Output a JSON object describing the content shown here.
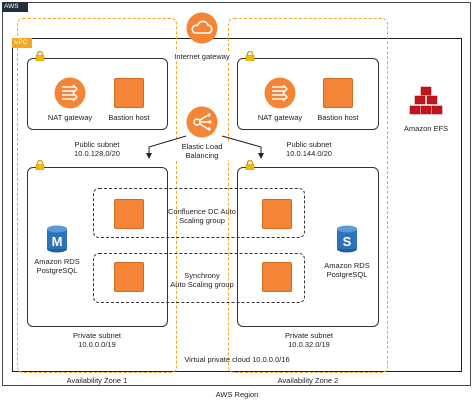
{
  "colors": {
    "aws_border": "#4a4a4a",
    "vpc_border": "#1e1e1e",
    "az_border": "#f5a623",
    "orange": "#f58536",
    "rds_blue": "#2e73b8",
    "efs_red": "#c7131f",
    "lock": "#f1b90a"
  },
  "labels": {
    "aws": "AWS",
    "vpc": "VPC",
    "internet_gateway": "Internet gateway",
    "nat_gateway_left": "NAT gateway",
    "bastion_left": "Bastion host",
    "nat_gateway_right": "NAT gateway",
    "bastion_right": "Bastion host",
    "elb_line1": "Elastic Load",
    "elb_line2": "Balancing",
    "public_subnet_left": "Public subnet",
    "public_subnet_left_cidr": "10.0.128.0/20",
    "public_subnet_right": "Public subnet",
    "public_subnet_right_cidr": "10.0.144.0/20",
    "efs": "Amazon EFS",
    "confluence_asg_line1": "Confluence DC Auto",
    "confluence_asg_line2": "Scaling group",
    "synchrony_asg_line1": "Synchrony",
    "synchrony_asg_line2": "Auto Scaling group",
    "rds_left_line1": "Amazon RDS",
    "rds_left_line2": "PostgreSQL",
    "rds_right_line1": "Amazon RDS",
    "rds_right_line2": "PostgreSQL",
    "rds_left_letter": "M",
    "rds_right_letter": "S",
    "private_subnet_left": "Private subnet",
    "private_subnet_left_cidr": "10.0.0.0/19",
    "private_subnet_right": "Private subnet",
    "private_subnet_right_cidr": "10.0.32.0/19",
    "vpc_cidr": "Virtual private cloud 10.0.0.0/16",
    "az1": "Availability Zone 1",
    "az2": "Availability Zone 2",
    "region": "AWS Region"
  }
}
